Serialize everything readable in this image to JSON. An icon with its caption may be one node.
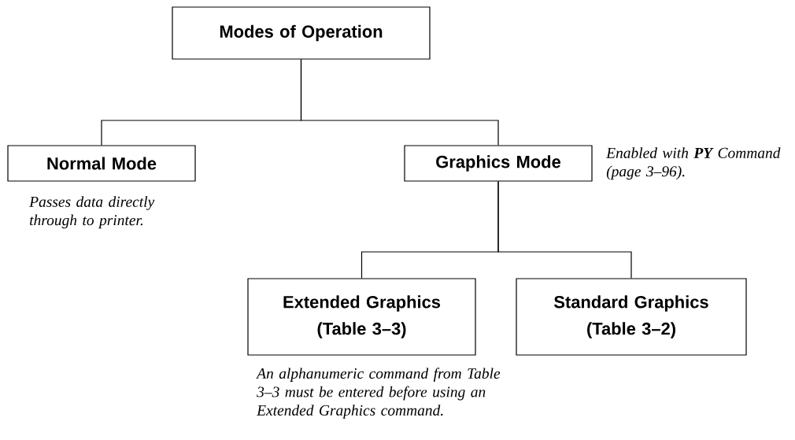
{
  "diagram": {
    "nodes": [
      {
        "text": [
          "Modes of Operation"
        ]
      },
      {
        "text": [
          "Normal Mode"
        ],
        "beside": [
          "Passes data directly through to printer."
        ]
      },
      {
        "text": [
          "Graphics Mode"
        ],
        "beside": [
          "Enabled with **PY** Command (page 3–96)."
        ]
      },
      {
        "text": [
          "Extended Graphics (Table 3–3)"
        ],
        "beside": [
          "An alphanumeric command from Table 3–3 must be entered before using an Extended Graphics command."
        ]
      },
      {
        "text": [
          "Standard Graphics (Table 3–2)"
        ]
      }
    ],
    "edges": [
      {
        "from": 0,
        "to": 1,
        "arrow": "none"
      },
      {
        "from": 0,
        "to": 2,
        "arrow": "none"
      },
      {
        "from": 2,
        "to": 3,
        "arrow": "none"
      },
      {
        "from": 2,
        "to": 4,
        "arrow": "none"
      }
    ]
  }
}
